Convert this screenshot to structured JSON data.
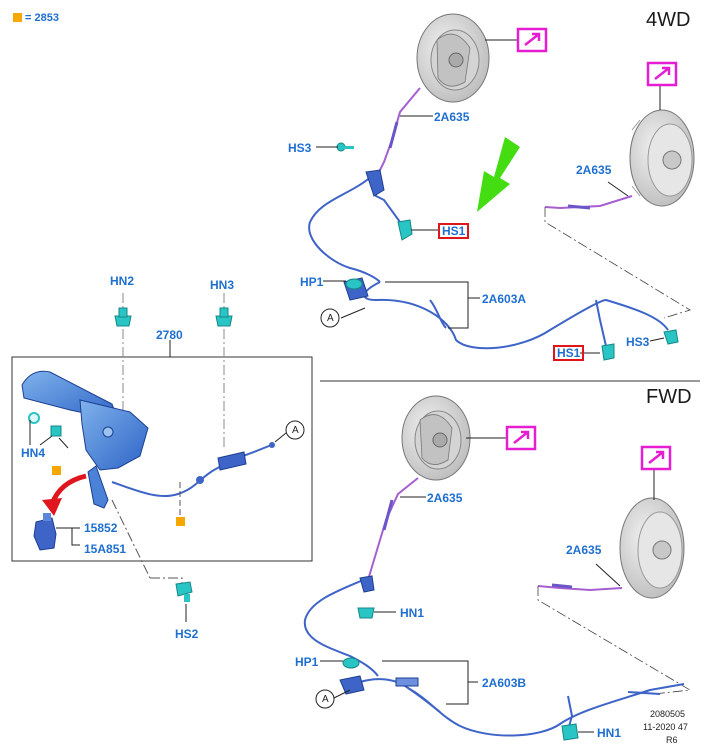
{
  "sections": {
    "top_label": "4WD",
    "bottom_label": "FWD"
  },
  "legend": {
    "marker_text": "= 2853",
    "marker_color": "#f7a800"
  },
  "callouts": {
    "hs3_a": "HS3",
    "hs1_a": "HS1",
    "hp1_a": "HP1",
    "a_a": "A",
    "cable_top_left": "2A635",
    "cable_top_right": "2A635",
    "cable_main_4wd": "2A603A",
    "hs1_b": "HS1",
    "hs3_b": "HS3",
    "hn2": "HN2",
    "hn3": "HN3",
    "lever_assy": "2780",
    "a_inset": "A",
    "hn4": "HN4",
    "p15852": "15852",
    "p15a851": "15A851",
    "hs2": "HS2",
    "cable_fwd_left": "2A635",
    "cable_fwd_right": "2A635",
    "hn1_a": "HN1",
    "hp1_b": "HP1",
    "a_b": "A",
    "cable_main_fwd": "2A603B",
    "hn1_b": "HN1"
  },
  "footer": {
    "line1": "2080505",
    "line2": "11-2020 47",
    "line3": "R6"
  },
  "colors": {
    "callout_text": "#1f6fd0",
    "cable": "#3f64c8",
    "cable_purple": "#a55fd0",
    "fastener": "#29c4c4",
    "highlight_box": "#e0161e",
    "arrow_green": "#44dd11",
    "arrow_red": "#e0161e",
    "link_icon": "#e51fd1"
  }
}
